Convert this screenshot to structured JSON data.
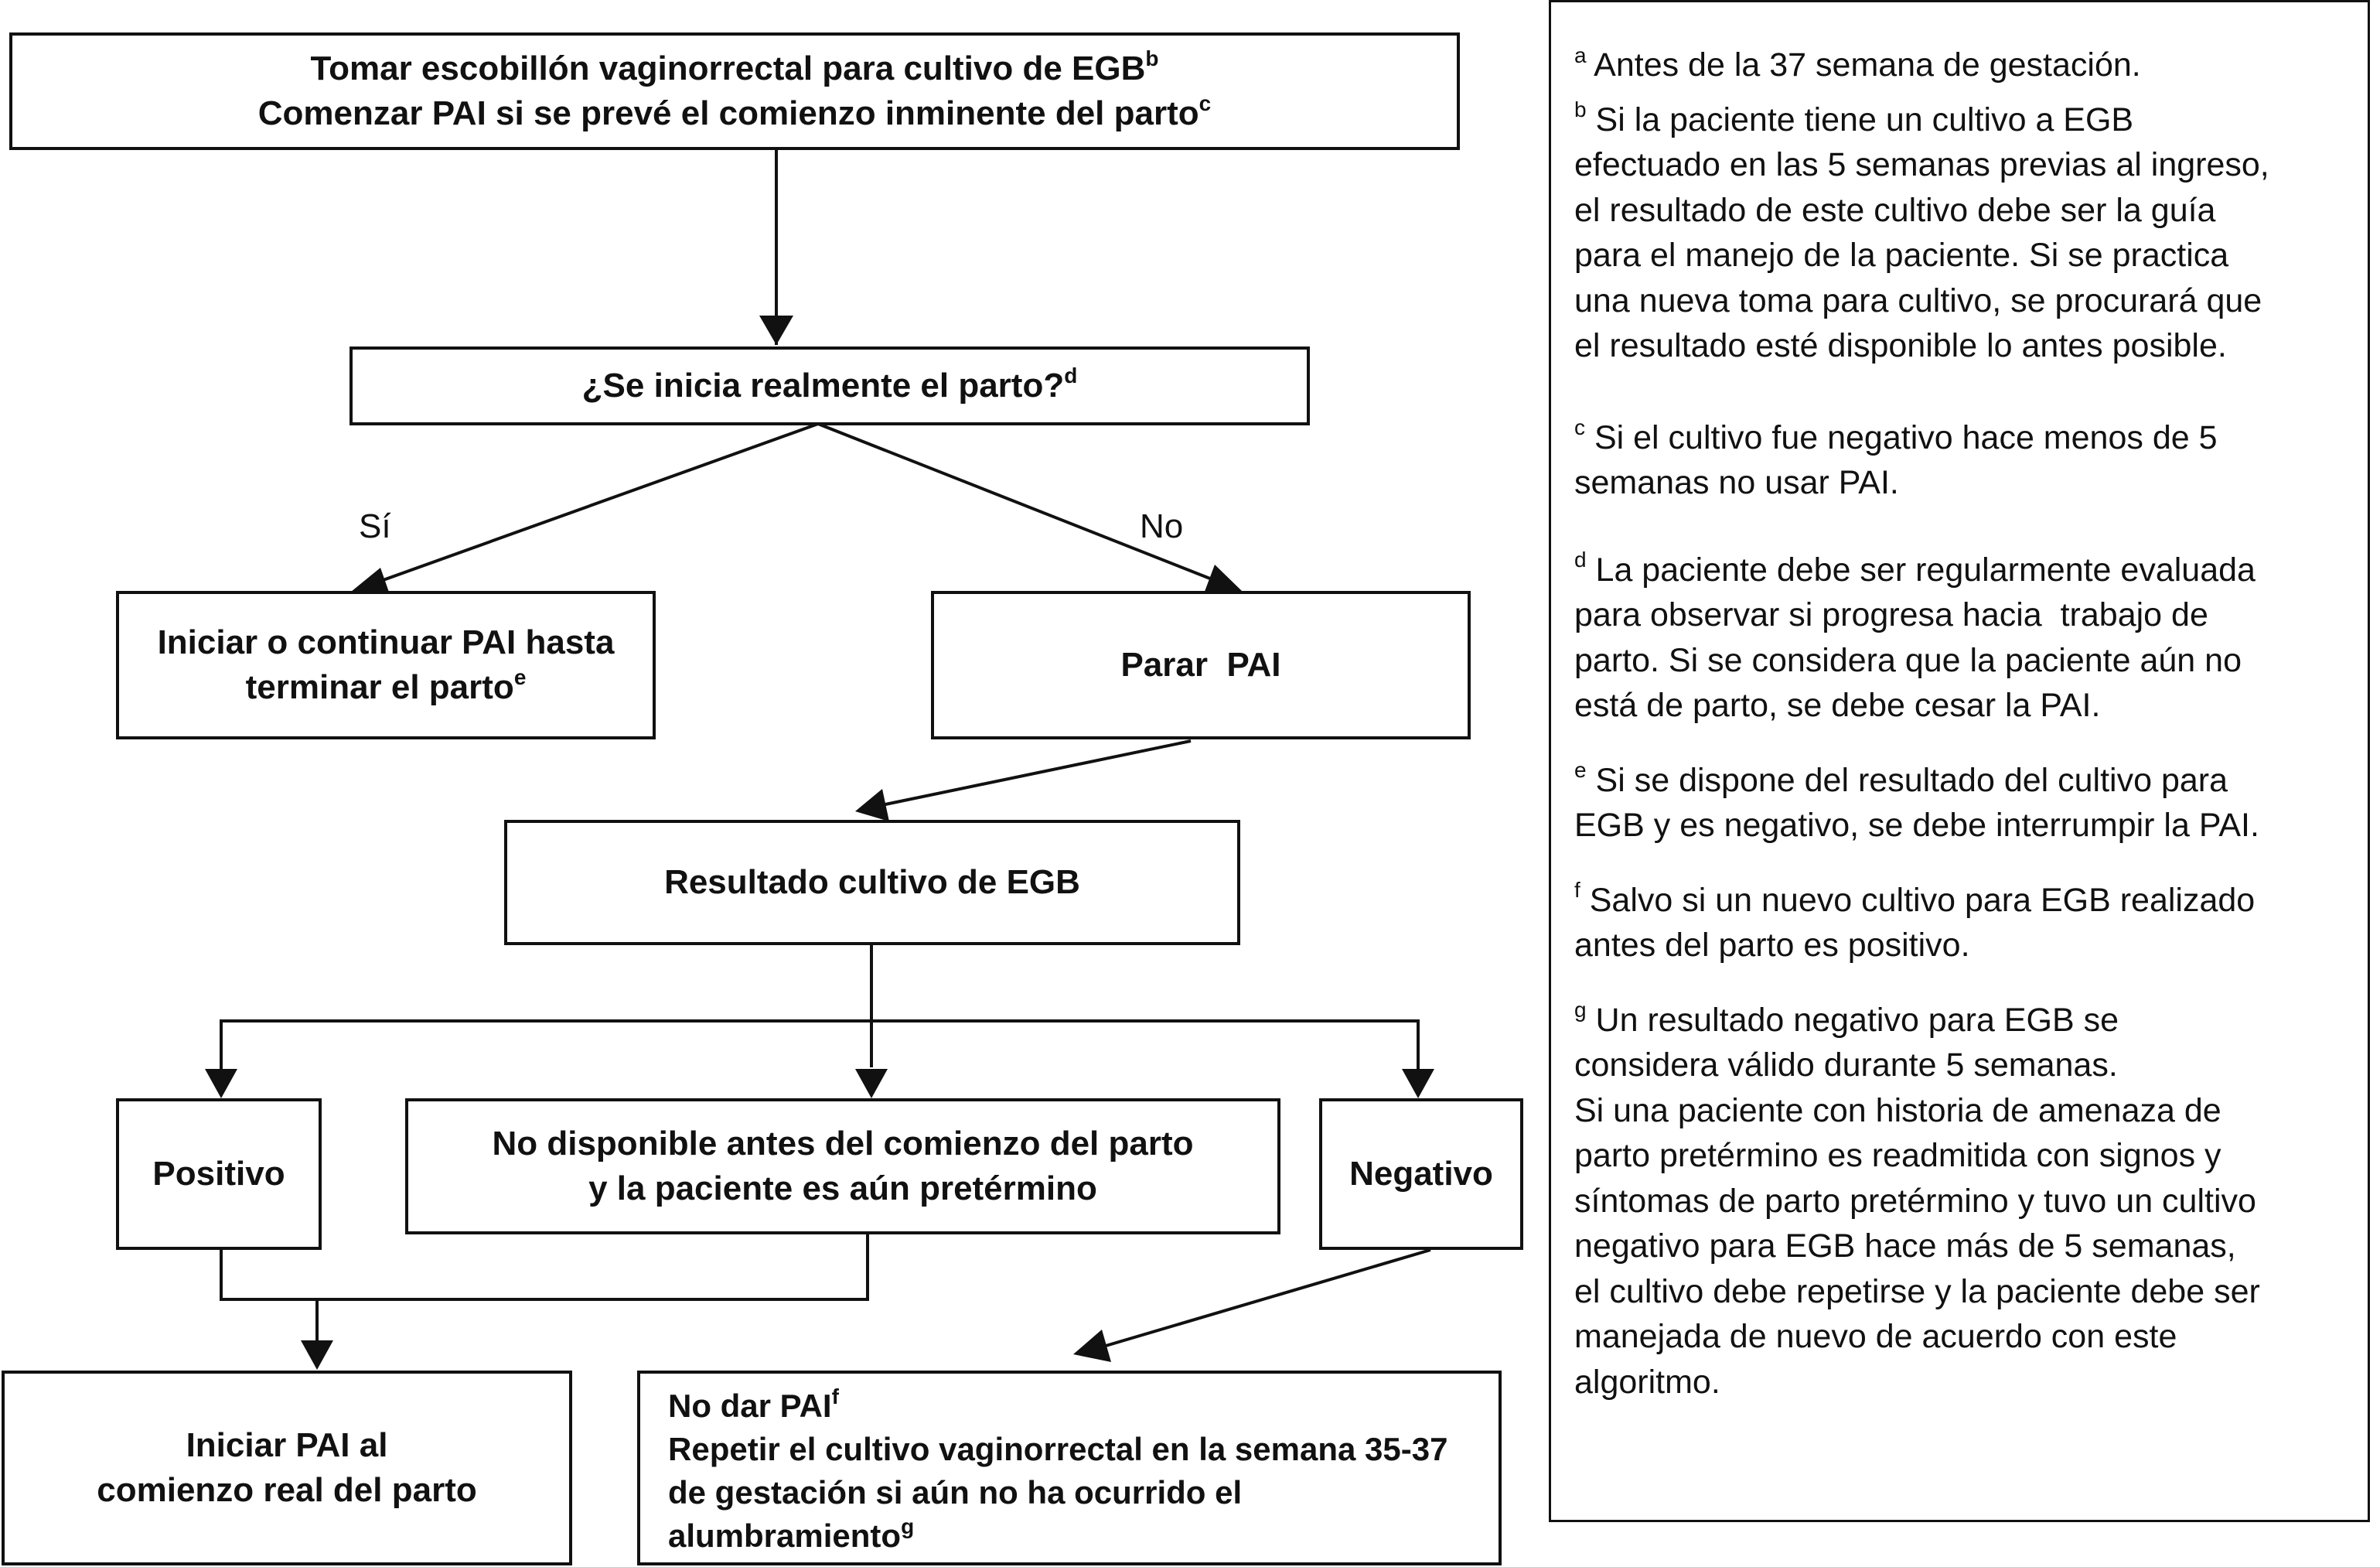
{
  "boxes": {
    "swab": {
      "line1": "Tomar escobillón vaginorrectal para cultivo de EGB",
      "sup1": "b",
      "line2": "Comenzar PAI si se prevé el comienzo inminente del parto",
      "sup2": "c"
    },
    "question": {
      "text": "¿Se inicia realmente el parto?",
      "sup": "d"
    },
    "start_pai": {
      "line1": "Iniciar o continuar PAI hasta",
      "line2": "terminar el parto",
      "sup": "e"
    },
    "stop_pai": {
      "text": "Parar  PAI"
    },
    "result": {
      "text": "Resultado cultivo de EGB"
    },
    "positive": {
      "text": "Positivo"
    },
    "unavailable": {
      "line1": "No disponible antes del comienzo del parto",
      "line2": "y la paciente es aún pretérmino"
    },
    "negative": {
      "text": "Negativo"
    },
    "real_labor": {
      "line1": "Iniciar PAI al",
      "line2": "comienzo real del parto"
    },
    "no_pai": {
      "line1": "No dar PAI",
      "sup1": "f",
      "line2": "Repetir el cultivo vaginorrectal en la semana 35-37",
      "line3": "de gestación si aún no ha ocurrido el",
      "line4": "alumbramiento",
      "sup4": "g"
    }
  },
  "branch_labels": {
    "yes": "Sí",
    "no": "No"
  },
  "notes": [
    {
      "key": "a",
      "lines": [
        "Antes de la 37 semana de gestación."
      ]
    },
    {
      "key": "b",
      "lines": [
        "Si la paciente tiene un cultivo a EGB",
        "efectuado en las 5 semanas previas al ingreso,",
        "el resultado de este cultivo debe ser la guía",
        "para el manejo de la paciente. Si se practica",
        "una nueva toma para cultivo, se procurará que",
        "el resultado esté disponible lo antes posible."
      ]
    },
    {
      "key": "c",
      "lines": [
        "Si el cultivo fue negativo hace menos de 5",
        "semanas no usar PAI."
      ]
    },
    {
      "key": "d",
      "lines": [
        "La paciente debe ser regularmente evaluada",
        "para observar si progresa hacia  trabajo de",
        "parto. Si se considera que la paciente aún no",
        "está de parto, se debe cesar la PAI."
      ]
    },
    {
      "key": "e",
      "lines": [
        "Si se dispone del resultado del cultivo para",
        "EGB y es negativo, se debe interrumpir la PAI."
      ]
    },
    {
      "key": "f",
      "lines": [
        "Salvo si un nuevo cultivo para EGB realizado",
        "antes del parto es positivo."
      ]
    },
    {
      "key": "g",
      "lines": [
        "Un resultado negativo para EGB se",
        "considera válido durante 5 semanas.",
        "Si una paciente con historia de amenaza de",
        "parto pretérmino es readmitida con signos y",
        "síntomas de parto pretérmino y tuvo un cultivo",
        "negativo para EGB hace más de 5 semanas,",
        "el cultivo debe repetirse y la paciente debe ser",
        "manejada de nuevo de acuerdo con este",
        "algoritmo."
      ]
    }
  ]
}
